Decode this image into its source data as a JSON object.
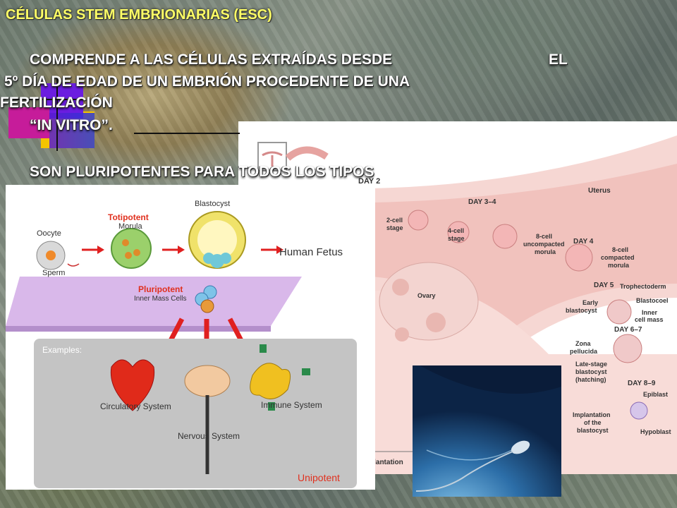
{
  "title": "CÉLULAS STEM EMBRIONARIAS (ESC)",
  "paragraph1": {
    "line1a": "COMPRENDE  A LAS CÉLULAS EXTRAÍDAS DESDE",
    "line1b": "EL",
    "line2": "5º DÍA DE EDAD DE UN EMBRIÓN PROCEDENTE DE UNA",
    "line3": "FERTILIZACIÓN",
    "line4": "“IN VITRO”."
  },
  "paragraph2": "SON PLURIPOTENTES PARA TODOS LOS TIPOS",
  "left_diagram": {
    "oocyte": "Oocyte",
    "sperm": "Sperm",
    "totipotent": "Totipotent",
    "morula": "Morula",
    "blastocyst": "Blastocyst",
    "human_fetus": "Human Fetus",
    "pluripotent": "Pluripotent",
    "inner_mass": "Inner Mass Cells",
    "examples": "Examples:",
    "circulatory": "Circulatory System",
    "nervous": "Nervous System",
    "immune": "Immune System",
    "unipotent": "Unipotent"
  },
  "right_diagram": {
    "day2": "DAY 2",
    "uterus": "Uterus",
    "day34": "DAY 3–4",
    "two_cell_1": "2-cell",
    "two_cell_2": "stage",
    "four_cell_1": "4-cell",
    "four_cell_2": "stage",
    "eight_unc_1": "8-cell",
    "eight_unc_2": "uncompacted",
    "eight_unc_3": "morula",
    "day4": "DAY 4",
    "eight_c_1": "8-cell",
    "eight_c_2": "compacted",
    "eight_c_3": "morula",
    "day5": "DAY 5",
    "trophectoderm": "Trophectoderm",
    "ovary": "Ovary",
    "early_blast_1": "Early",
    "early_blast_2": "blastocyst",
    "blastocoel": "Blastocoel",
    "inner_1": "Inner",
    "inner_2": "cell mass",
    "day67": "DAY 6–7",
    "zona_1": "Zona",
    "zona_2": "pellucida",
    "late_1": "Late-stage",
    "late_2": "blastocyst",
    "late_3": "(hatching)",
    "day89": "DAY 8–9",
    "epiblast": "Epiblast",
    "impl_1": "Implantation",
    "impl_2": "of the",
    "impl_3": "blastocyst",
    "hypoblast": "Hypoblast",
    "caption": "plantation"
  },
  "colors": {
    "title": "#ffff66",
    "text": "#ffffff",
    "totipotent": "#e0301e",
    "pluripotent": "#e0301e",
    "unipotent": "#e0301e",
    "arrow": "#e02020"
  }
}
